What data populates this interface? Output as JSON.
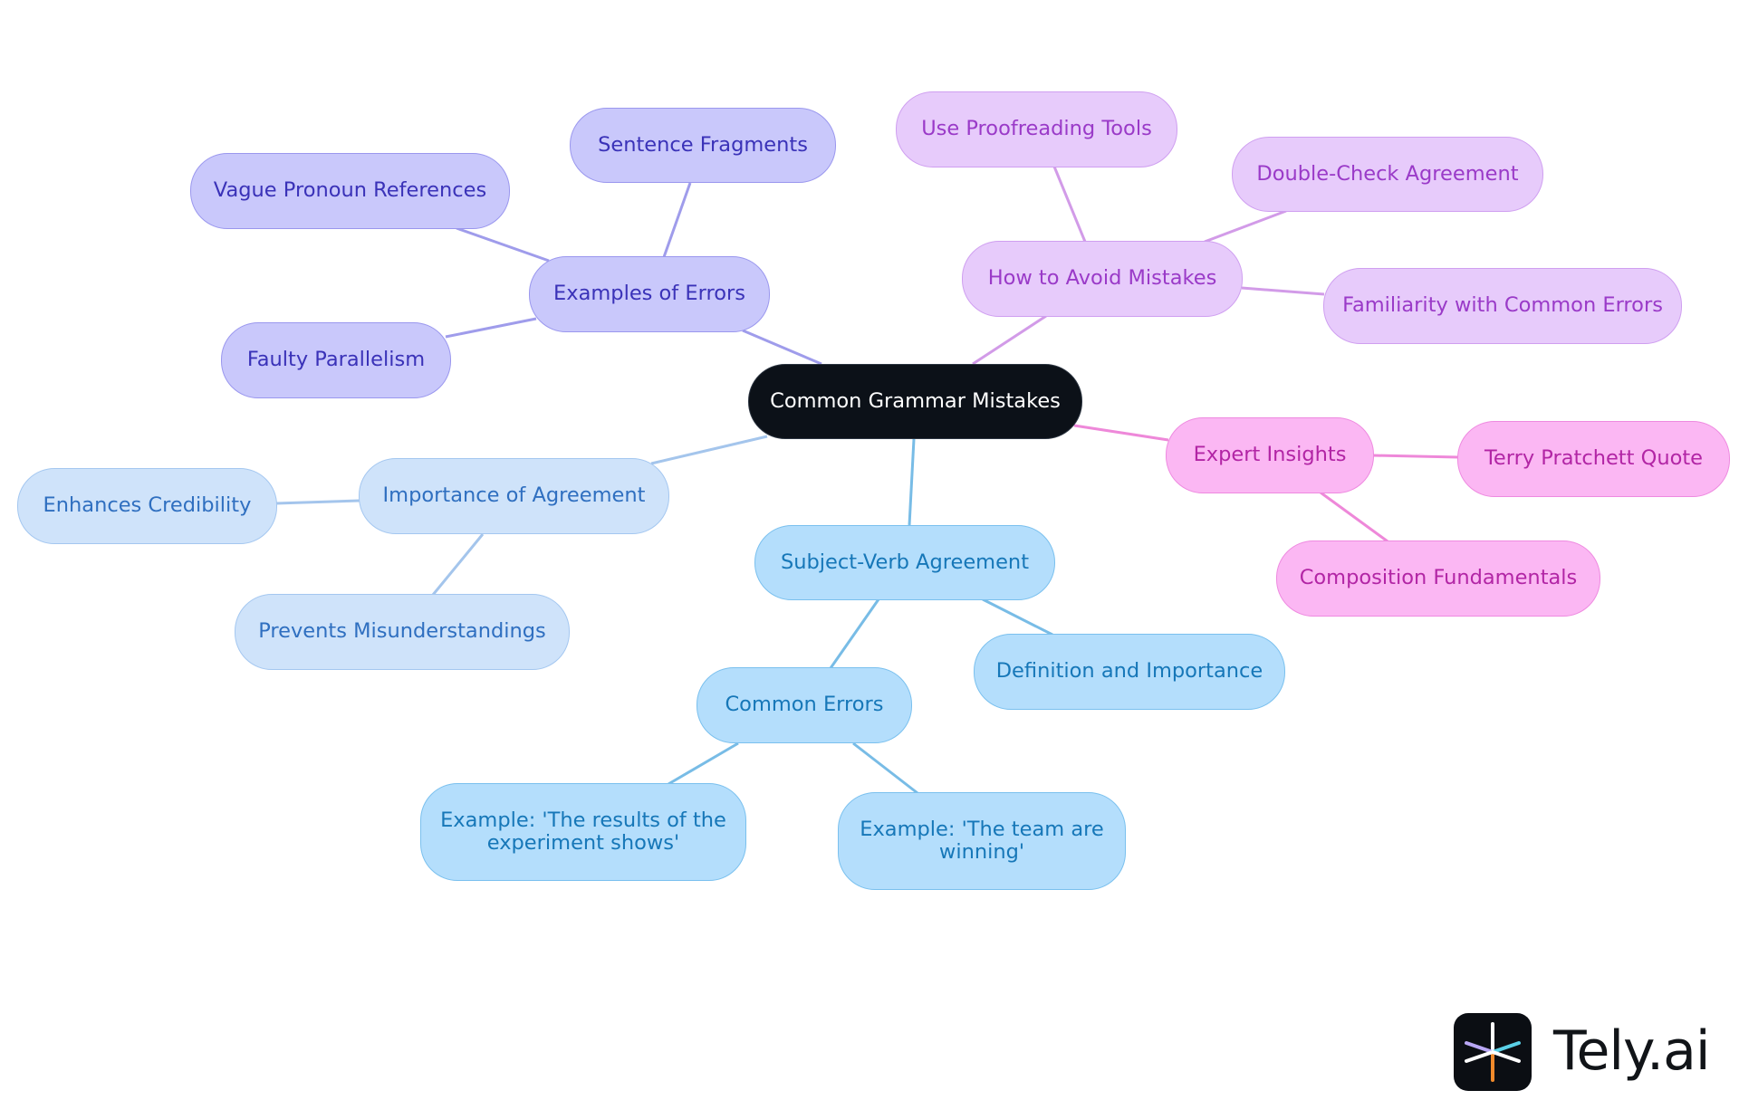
{
  "root": "Common Grammar Mistakes",
  "branches": {
    "examples_of_errors": {
      "label": "Examples of Errors",
      "color": "#9a97ee",
      "children": [
        "Sentence Fragments",
        "Vague Pronoun References",
        "Faulty Parallelism"
      ]
    },
    "how_to_avoid": {
      "label": "How to Avoid Mistakes",
      "color": "#cf9ff0",
      "children": [
        "Use Proofreading Tools",
        "Double-Check Agreement",
        "Familiarity with Common Errors"
      ]
    },
    "expert_insights": {
      "label": "Expert Insights",
      "color": "#ee8ae0",
      "children": [
        "Terry Pratchett Quote",
        "Composition Fundamentals"
      ]
    },
    "importance_of_agreement": {
      "label": "Importance of Agreement",
      "color": "#a4c7f0",
      "children": [
        "Enhances Credibility",
        "Prevents Misunderstandings"
      ]
    },
    "subject_verb_agreement": {
      "label": "Subject-Verb Agreement",
      "color": "#7ac0ee",
      "children": [
        "Definition and Importance",
        "Common Errors"
      ],
      "common_errors_children": [
        "Example: 'The results of the experiment shows'",
        "Example: 'The team are winning'"
      ]
    }
  },
  "brand": {
    "name": "Tely.ai",
    "logo_icon": "tely-asterisk-icon"
  }
}
